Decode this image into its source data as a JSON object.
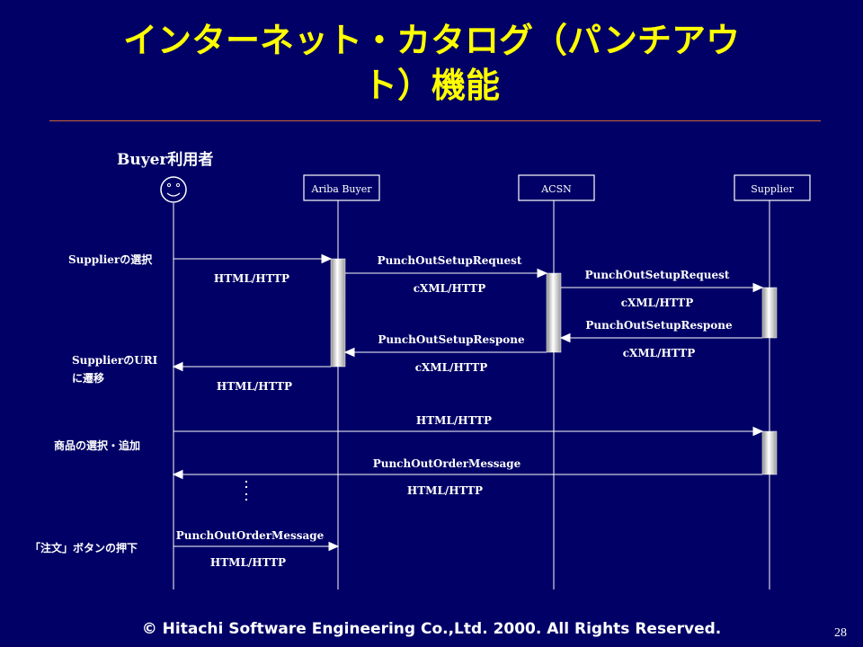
{
  "slide": {
    "title_line1": "インターネット・カタログ（パンチアウ",
    "title_line2": "ト）機能",
    "footer": "© Hitachi Software Engineering Co.,Ltd. 2000. All Rights Reserved.",
    "page_number": "28"
  },
  "diagram": {
    "actor_label": "Buyer利用者",
    "participants": [
      "Ariba Buyer",
      "ACSN",
      "Supplier"
    ],
    "step_labels": [
      "Supplierの選択",
      "SupplierのURI",
      "に遷移",
      "商品の選択・追加",
      "「注文」ボタンの押下"
    ],
    "messages": [
      {
        "label": "PunchOutSetupRequest",
        "protocol": "cXML/HTTP"
      },
      {
        "label": "PunchOutSetupRequest",
        "protocol": "cXML/HTTP"
      },
      {
        "label": "PunchOutSetupRespone",
        "protocol": "cXML/HTTP"
      },
      {
        "label": "PunchOutSetupRespone",
        "protocol": "cXML/HTTP"
      },
      {
        "label": "PunchOutOrderMessage",
        "protocol": "HTML/HTTP"
      },
      {
        "label": "PunchOutOrderMessage",
        "protocol": "HTML/HTTP"
      }
    ],
    "http_labels": [
      "HTML/HTTP",
      "HTML/HTTP",
      "HTML/HTTP"
    ]
  }
}
